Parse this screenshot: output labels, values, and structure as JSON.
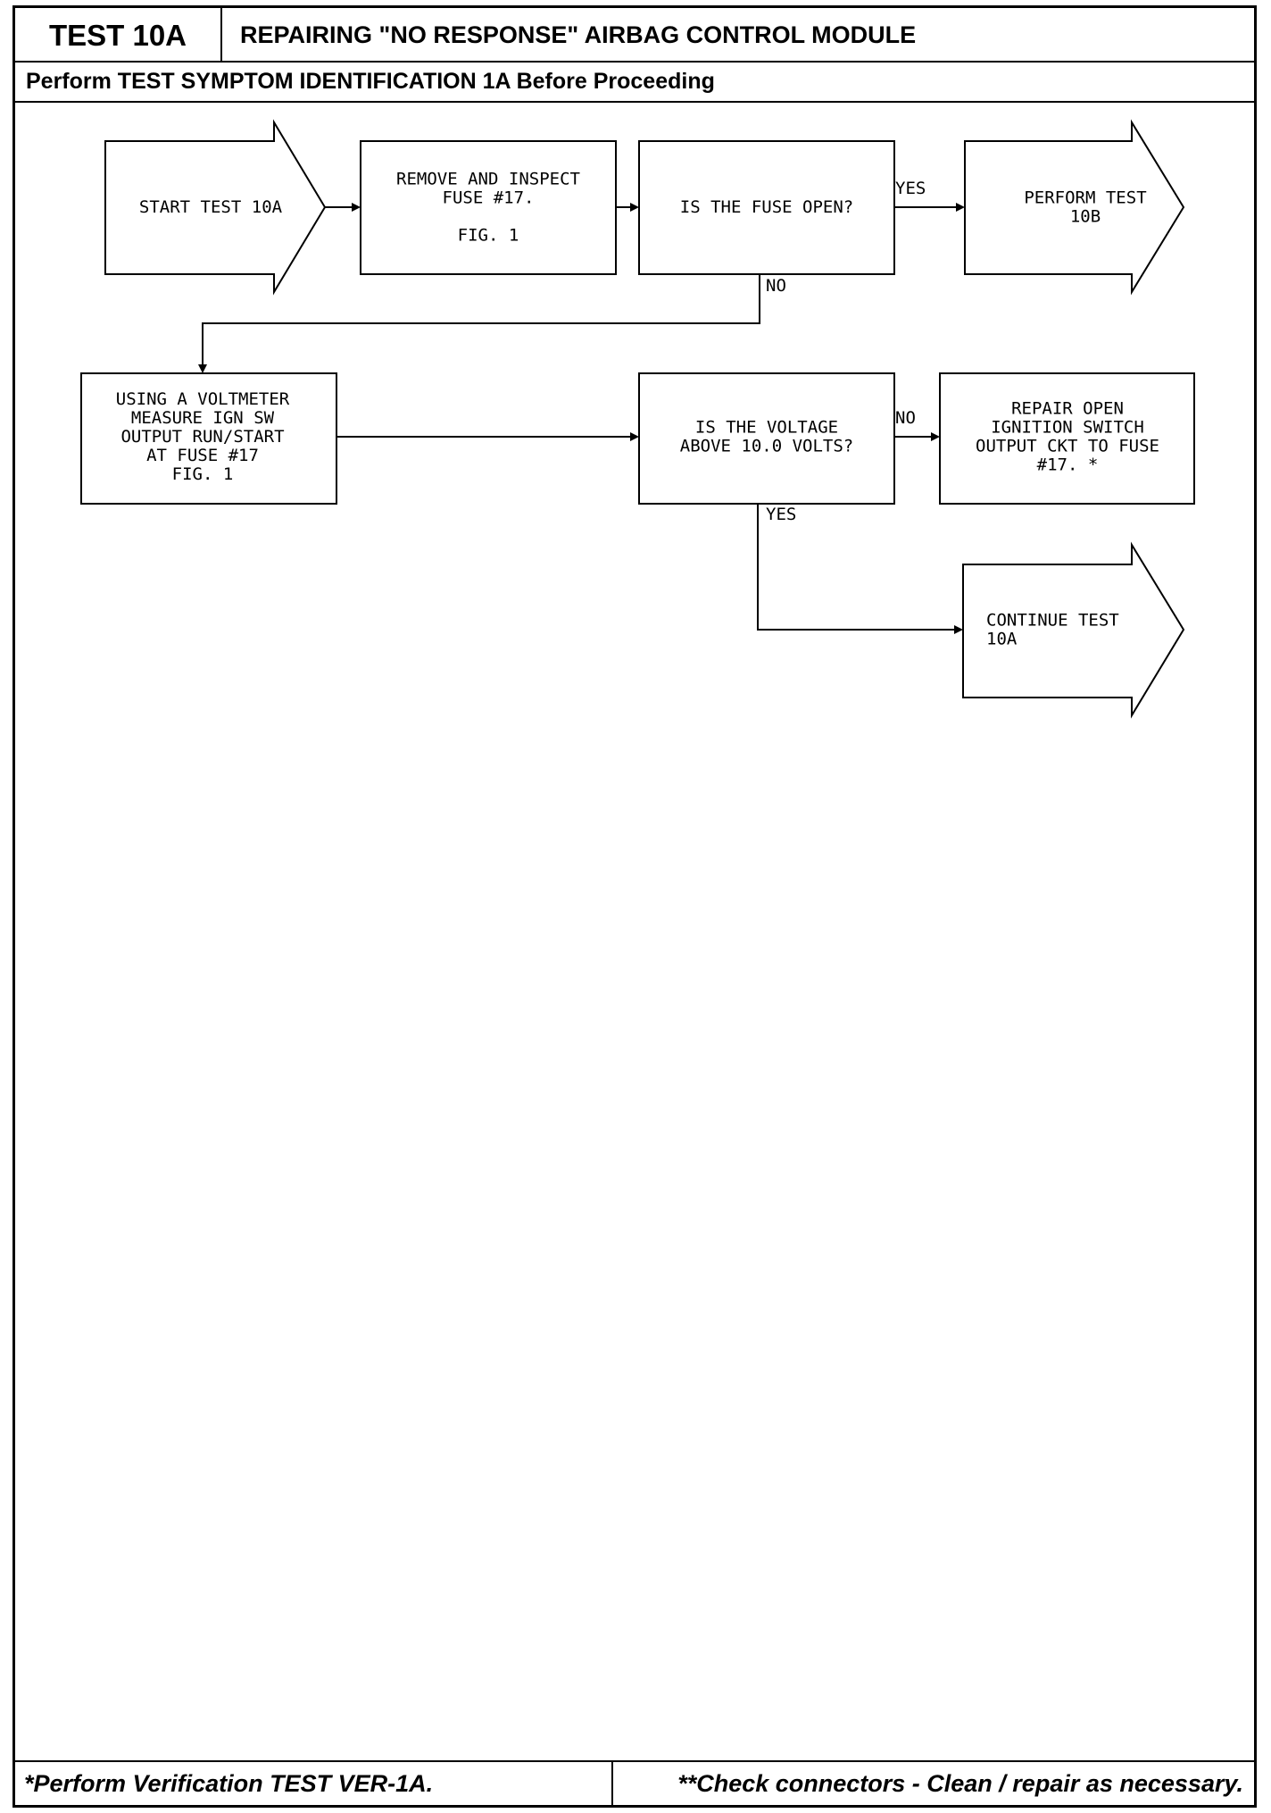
{
  "header": {
    "test_id": "TEST 10A",
    "title": "REPAIRING \"NO RESPONSE\" AIRBAG CONTROL MODULE",
    "prerequisite": "Perform TEST SYMPTOM IDENTIFICATION 1A Before Proceeding"
  },
  "flow": {
    "start": [
      "START TEST 10A"
    ],
    "remove_inspect": [
      "REMOVE AND INSPECT",
      "FUSE #17.",
      "",
      "FIG. 1"
    ],
    "fuse_open_q": [
      "IS THE FUSE OPEN?"
    ],
    "perform_10b": [
      "PERFORM TEST",
      "10B"
    ],
    "voltmeter": [
      "USING A VOLTMETER",
      "MEASURE IGN SW",
      "OUTPUT RUN/START",
      "AT FUSE #17",
      "FIG. 1"
    ],
    "voltage_q": [
      "IS THE VOLTAGE",
      "ABOVE 10.0 VOLTS?"
    ],
    "repair_open": [
      "REPAIR OPEN",
      "IGNITION SWITCH",
      "OUTPUT CKT TO FUSE",
      "#17. *"
    ],
    "continue_10a": [
      "CONTINUE TEST",
      "10A"
    ],
    "labels": {
      "yes1": "YES",
      "no1": "NO",
      "no2": "NO",
      "yes2": "YES"
    }
  },
  "footer": {
    "left": "*Perform Verification TEST VER-1A.",
    "right": "**Check connectors - Clean / repair as necessary."
  }
}
